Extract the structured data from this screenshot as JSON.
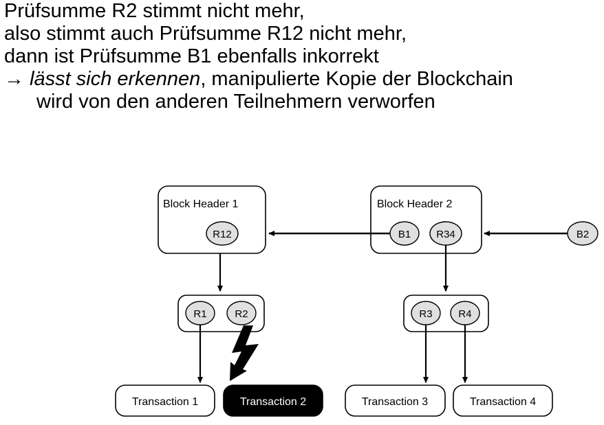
{
  "text": {
    "line1": "Prüfsumme R2 stimmt nicht mehr,",
    "line2": "also stimmt auch Prüfsumme R12 nicht mehr,",
    "line3": "dann ist Prüfsumme B1 ebenfalls inkorrekt",
    "line4_arrow": "→",
    "line4_italic": "lässt sich erkennen",
    "line4_rest": ", manipulierte Kopie der Blockchain",
    "line5": "wird von den anderen Teilnehmern verworfen"
  },
  "diagram": {
    "block_header_1": {
      "title": "Block Header 1",
      "root": "R12"
    },
    "block_header_2": {
      "title": "Block Header 2",
      "prev_hash": "B1",
      "root": "R34"
    },
    "next_hash": "B2",
    "hash_group_1": [
      "R1",
      "R2"
    ],
    "hash_group_2": [
      "R3",
      "R4"
    ],
    "transactions": [
      "Transaction 1",
      "Transaction 2",
      "Transaction 3",
      "Transaction 4"
    ],
    "tampered_transaction": "Transaction 2",
    "colors": {
      "node_fill": "#e0e0e0",
      "tampered_fill": "#000000",
      "tampered_text": "#ffffff",
      "stroke": "#000000"
    },
    "icons": {
      "tamper": "lightning-bolt-icon"
    }
  }
}
